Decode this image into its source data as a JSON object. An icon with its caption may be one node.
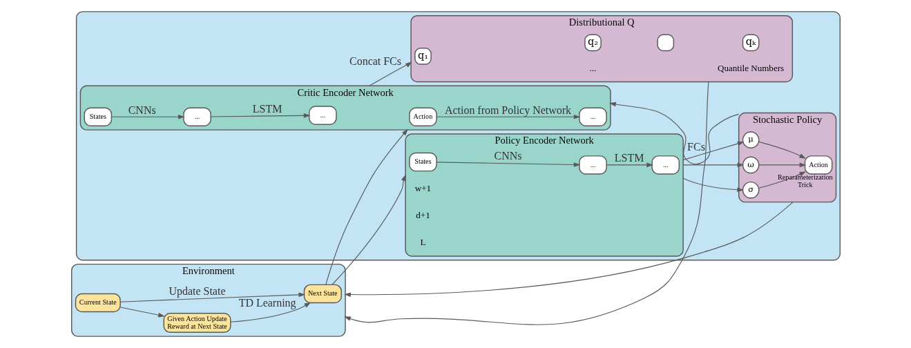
{
  "diagram": {
    "nodes": [
      {
        "text": [
          "Environment"
        ]
      },
      {
        "text": [
          "Next State"
        ],
        "in": 0
      },
      {
        "text": [
          "Given Action Update Reward at Next State"
        ],
        "in": 0
      },
      {
        "text": [
          "Current State"
        ],
        "in": 0
      },
      {
        "text": [],
        "shape": "box"
      },
      {
        "text": [
          "Policy Encoder Network"
        ],
        "in": 4
      },
      {
        "text": [
          "States"
        ],
        "in": 5
      },
      {
        "text": [
          "..."
        ],
        "in": 5
      },
      {
        "text": [
          "..."
        ],
        "in": 5
      },
      {
        "text": [
          "Stochastic Policy"
        ],
        "in": 4
      },
      {
        "text": [
          "μ"
        ],
        "in": 9
      },
      {
        "text": [
          "σ"
        ],
        "in": 9
      },
      {
        "text": [
          "ω"
        ],
        "in": 9
      },
      {
        "text": [
          "Action"
        ],
        "in": 9,
        "beside": [
          "Reparameterization Trick"
        ]
      },
      {
        "text": [
          "Critic Encoder Network"
        ],
        "in": 4
      },
      {
        "text": [
          "Action"
        ],
        "in": 14
      },
      {
        "text": [
          "..."
        ],
        "in": 14
      },
      {
        "text": [
          "States"
        ],
        "in": 14
      },
      {
        "text": [
          "..."
        ],
        "in": 14
      },
      {
        "text": [
          "..."
        ],
        "in": 14
      },
      {
        "text": [
          "Distributional Q"
        ],
        "in": 4
      },
      {
        "text": [
          "q₁"
        ],
        "in": 20
      },
      {
        "text": [
          "q₂"
        ],
        "in": 20
      },
      {
        "text": [],
        "shape": "box",
        "in": 20
      },
      {
        "text": [
          "qₖ"
        ],
        "in": 20
      }
    ],
    "edges": [
      {
        "from": 3,
        "to": 1,
        "arrow": "to",
        "label": "Update State"
      },
      {
        "from": 3,
        "to": 2,
        "arrow": "to"
      },
      {
        "from": 2,
        "to": 1,
        "arrow": "to",
        "label": "TD Learning"
      },
      {
        "from": 1,
        "to": 5,
        "arrow": "to"
      },
      {
        "from": 1,
        "to": 14,
        "arrow": "to"
      },
      {
        "from": 9,
        "to": 0,
        "arrow": "to"
      },
      {
        "from": 20,
        "to": 0,
        "arrow": "to"
      },
      {
        "from": 9,
        "to": 14,
        "arrow": "to"
      },
      {
        "from": 6,
        "to": 7,
        "arrow": "to",
        "label": "CNNs"
      },
      {
        "from": 7,
        "to": 8,
        "arrow": "to",
        "label": "LSTM"
      },
      {
        "from": 5,
        "to": 10,
        "arrow": "to",
        "label": "FCs"
      },
      {
        "from": 5,
        "to": 11,
        "arrow": "to"
      },
      {
        "from": 5,
        "to": 12,
        "arrow": "to"
      },
      {
        "from": 10,
        "to": 13,
        "arrow": "to"
      },
      {
        "from": 11,
        "to": 13,
        "arrow": "to"
      },
      {
        "from": 12,
        "to": 13,
        "arrow": "to"
      },
      {
        "from": 15,
        "to": 16,
        "arrow": "to",
        "label": "Action from Policy Network"
      },
      {
        "from": 17,
        "to": 18,
        "arrow": "to",
        "label": "CNNs"
      },
      {
        "from": 18,
        "to": 19,
        "arrow": "to",
        "label": "LSTM"
      },
      {
        "from": 14,
        "to": 20,
        "arrow": "to",
        "label": "Concat FCs"
      }
    ],
    "labels": [
      "w+1",
      "d+1",
      "L",
      "Quantile Numbers",
      "..."
    ]
  }
}
